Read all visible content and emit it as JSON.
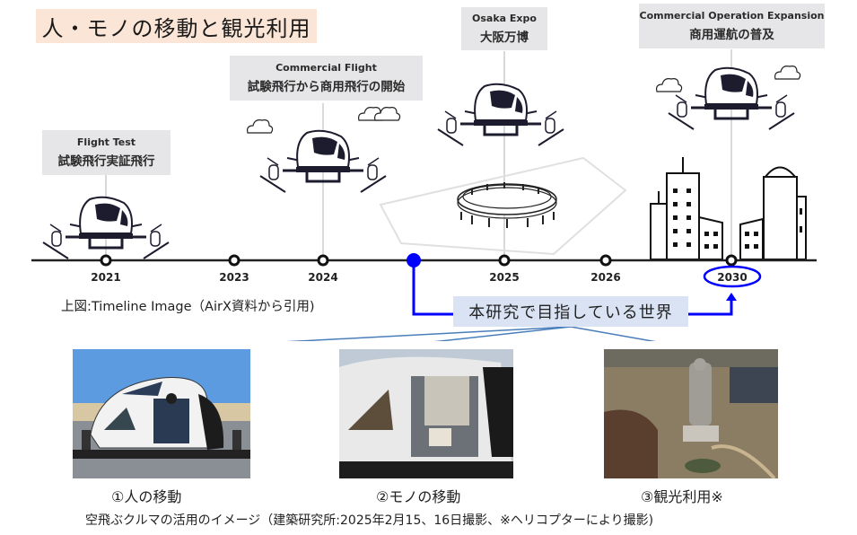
{
  "title": "人・モノの移動と観光利用",
  "milestones": [
    {
      "en": "Flight Test",
      "jp": "試験飛行実証飛行",
      "year": "2021"
    },
    {
      "en": "Commercial Flight",
      "jp": "試験飛行から商用飛行の開始",
      "year": "2024"
    },
    {
      "en": "Osaka Expo",
      "jp": "大阪万博",
      "year": "2025"
    },
    {
      "en": "Commercial Operation Expansion",
      "jp": "商用運航の普及",
      "year": "2030"
    }
  ],
  "years": [
    "2021",
    "2023",
    "2024",
    "2025",
    "2026",
    "2030"
  ],
  "highlighted_year": "2030",
  "timeline_caption": "上図:Timeline Image（AirX資料から引用)",
  "goal_label": "本研究で目指している世界",
  "photos": [
    {
      "label": "①人の移動",
      "icon": "passenger-evtol-photo"
    },
    {
      "label": "②モノの移動",
      "icon": "cargo-evtol-photo"
    },
    {
      "label": "③観光利用※",
      "icon": "aerial-buddha-statue-photo"
    }
  ],
  "bottom_caption": "空飛ぶクルマの活用のイメージ（建築研究所:2025年2月15、16日撮影、※ヘリコプターにより撮影)",
  "colors": {
    "title_bg": "#fbe5d6",
    "label_bg": "#e6e5e7",
    "goal_bg": "#dae3f3",
    "accent_blue": "#0000ff",
    "connector_blue": "#4a7ebb",
    "line_dark": "#1c1c2e"
  }
}
